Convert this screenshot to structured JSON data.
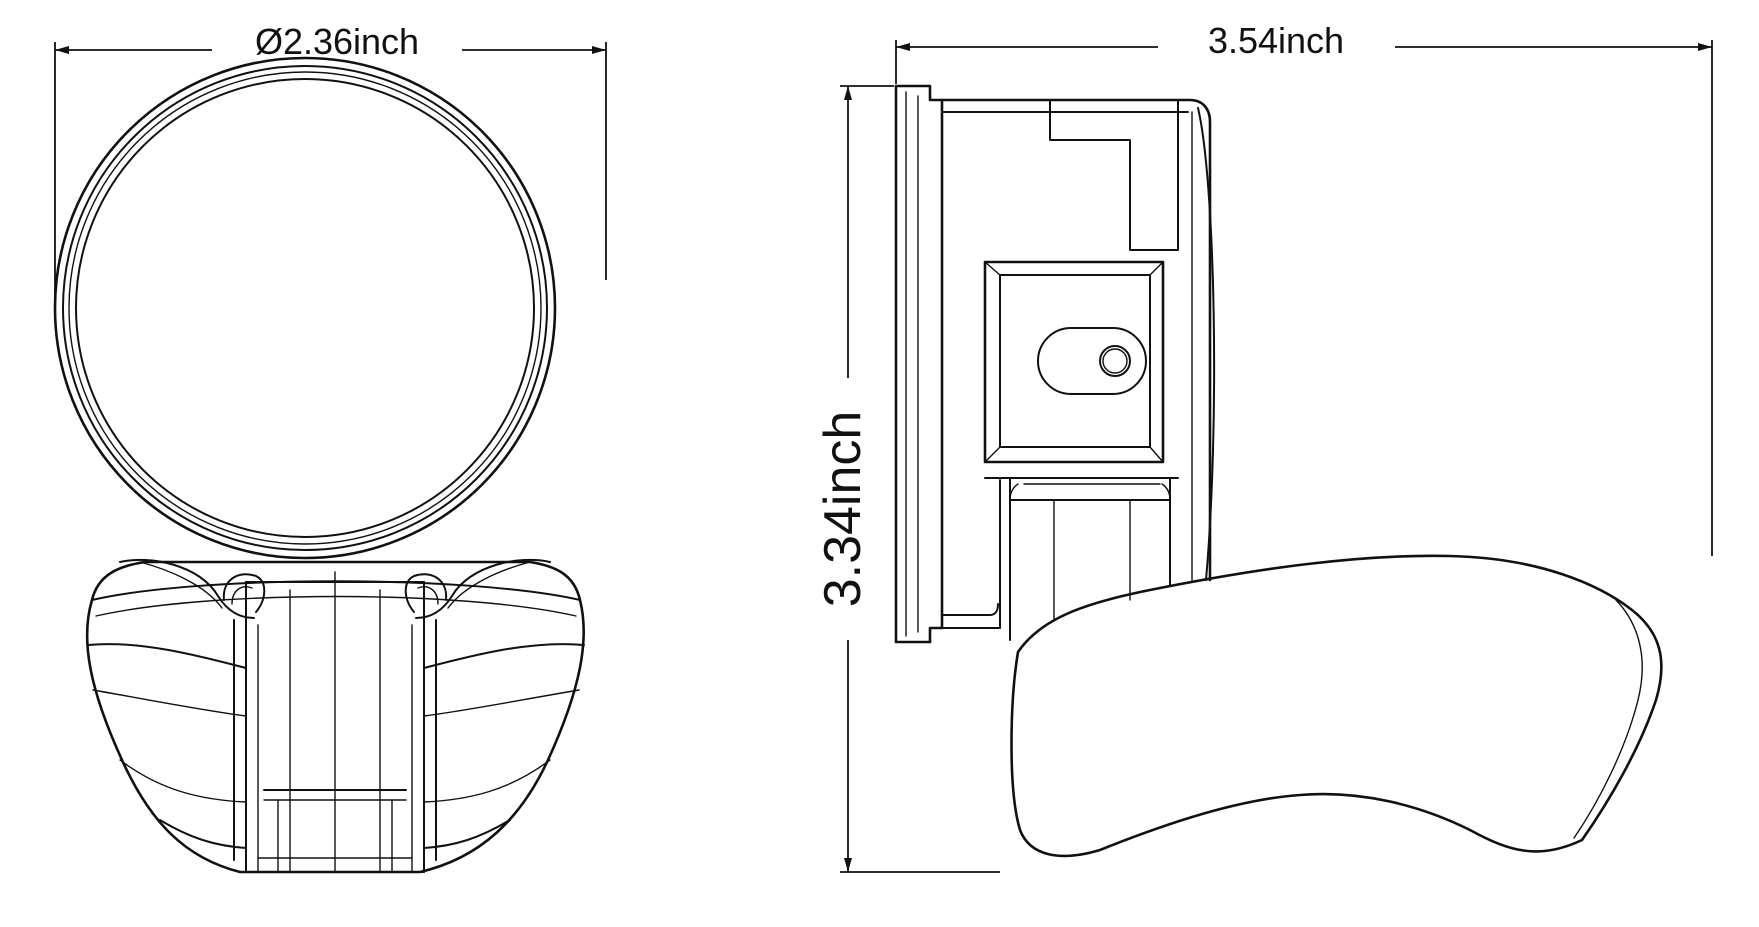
{
  "dimensions": {
    "diameter": "Ø2.36inch",
    "depth": "3.54inch",
    "height": "3.34inch"
  },
  "line_color": "#111111",
  "background_color": "#ffffff"
}
